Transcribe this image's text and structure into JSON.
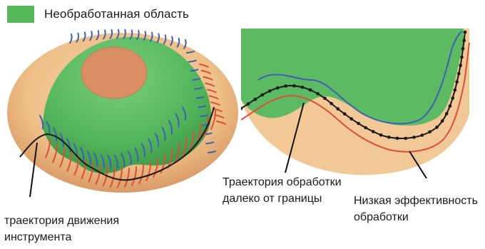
{
  "legend": {
    "label": "Необработанная область",
    "color": "#57b85c"
  },
  "annotations": {
    "left_line1": "траектория движения",
    "left_line2": "инструмента",
    "mid_line1": "Траектория обработки",
    "mid_line2": "далеко от границы",
    "right_line1": "Низкая эффективность",
    "right_line2": "обработки"
  },
  "colors": {
    "machined_surface": "#f0c48e",
    "unmachined_region": "#57b85c",
    "top_plateau": "#d98f63",
    "tool_path": "#1a1a1a",
    "offset_inner": "#3f5fb5",
    "offset_outer": "#d94f3a"
  }
}
